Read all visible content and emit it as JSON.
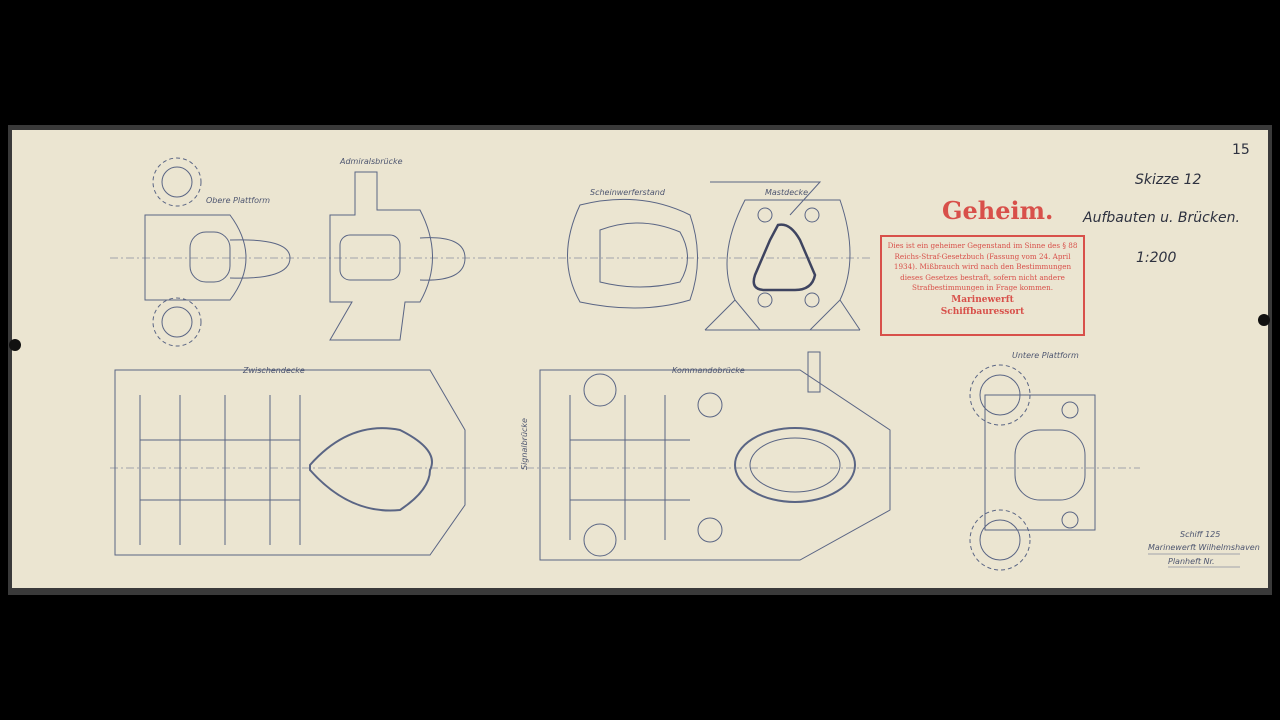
{
  "sheet": {
    "page_number": "15",
    "sketch_label": "Skizze 12",
    "title": "Aufbauten u. Brücken.",
    "scale": "1:200"
  },
  "stamp": {
    "heading": "Geheim.",
    "text": "Dies ist ein geheimer Gegenstand im Sinne des § 88 Reichs-Straf-Gesetzbuch (Fassung vom 24. April 1934). Mißbrauch wird nach den Bestimmungen dieses Gesetzes bestraft, sofern nicht andere Strafbestimmungen in Frage kommen.",
    "org_line1": "Marinewerft",
    "org_line2": "Schiffbauressort",
    "color": "#d8504a"
  },
  "views": {
    "obere_plattform": "Obere Plattform",
    "admiralsbruecke": "Admiralsbrücke",
    "scheinwerferstand": "Scheinwerferstand",
    "mastdecke": "Mastdecke",
    "zwischendecke": "Zwischendecke",
    "kommandobruecke": "Kommandobrücke",
    "untere_plattform": "Untere Plattform",
    "signalbruecke": "Signalbrücke"
  },
  "title_block": {
    "ship": "Schiff 125",
    "yard": "Marinewerft Wilhelmshaven",
    "plan": "Planheft Nr."
  },
  "line_color": "#5a6584"
}
